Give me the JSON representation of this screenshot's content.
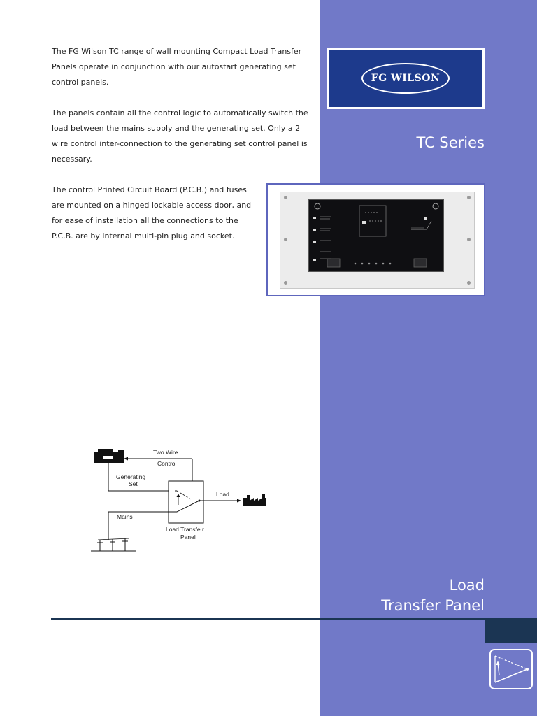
{
  "intro": {
    "paragraph_1": "The FG Wilson TC range of wall mounting Compact Load Transfer Panels operate in conjunction with our autostart generating set control panels.",
    "paragraph_2": "The panels contain all the control logic to automatically switch the load between the mains supply and the generating set. Only a 2 wire control inter-connection to the generating set control panel is necessary.",
    "paragraph_3": "The control Printed Circuit Board (P.C.B.) and fuses are mounted on a hinged lockable access door, and for ease of installation all the connections to the P.C.B. are by internal multi-pin plug and socket."
  },
  "logo": {
    "text": "FG WILSON"
  },
  "series_title": "TC Series",
  "diagram": {
    "two_wire": "Two Wire",
    "control": "Control",
    "generating": "Generating",
    "set": "Set",
    "load": "Load",
    "mains": "Mains",
    "ltp_line1": "Load Transfe r",
    "ltp_line2": "Panel"
  },
  "bottom_title": {
    "line1": "Load",
    "line2": "Transfer Panel"
  },
  "colors": {
    "sidebar": "#7179c8",
    "logo_bg": "#1d3a8c",
    "navy": "#1b3553",
    "frame": "#5e66bd"
  }
}
